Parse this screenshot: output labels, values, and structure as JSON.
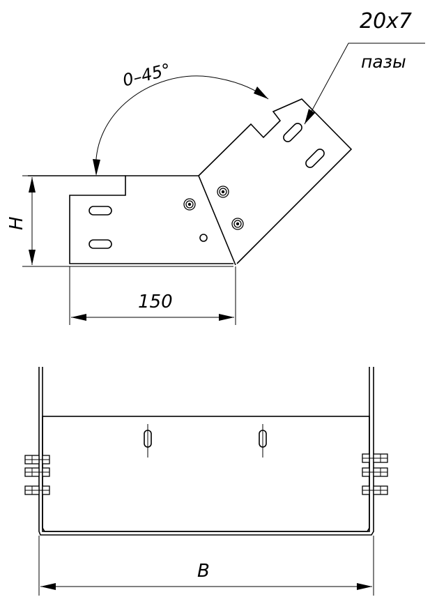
{
  "drawing": {
    "angle_label": "0–45°",
    "slot_size_label": "20x7",
    "slot_note_label": "пазы",
    "height_label": "H",
    "length_label": "150",
    "width_label": "B"
  }
}
